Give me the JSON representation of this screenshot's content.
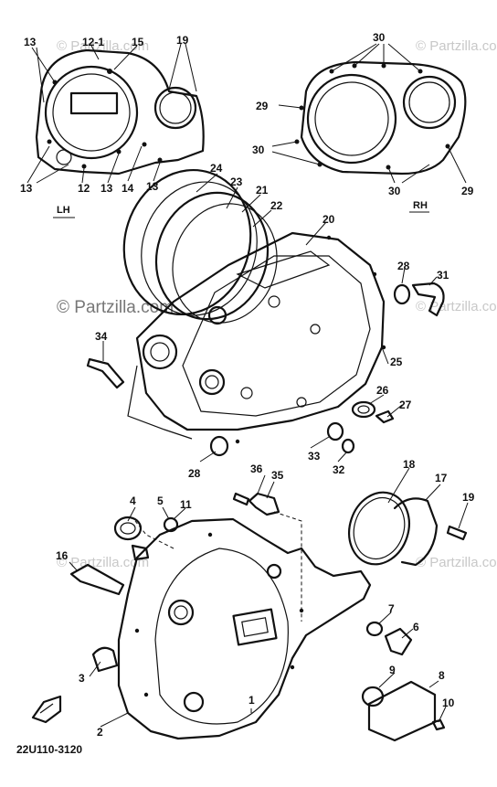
{
  "watermarks": {
    "main": "© Partzilla.com",
    "faint": "© Partzilla.com"
  },
  "diagram_code": "22U110-3120",
  "side_labels": {
    "left": "LH",
    "right": "RH"
  },
  "callouts": {
    "c1": "1",
    "c2": "2",
    "c3": "3",
    "c4": "4",
    "c5": "5",
    "c6": "6",
    "c7": "7",
    "c8": "8",
    "c9": "9",
    "c10": "10",
    "c11": "11",
    "c12": "12",
    "c12_1": "12-1",
    "c13a": "13",
    "c13b": "13",
    "c13c": "13",
    "c13d": "13",
    "c14": "14",
    "c15": "15",
    "c16": "16",
    "c17": "17",
    "c18": "18",
    "c19a": "19",
    "c19b": "19",
    "c20": "20",
    "c21": "21",
    "c22": "22",
    "c23": "23",
    "c24": "24",
    "c25": "25",
    "c26": "26",
    "c27": "27",
    "c28a": "28",
    "c28b": "28",
    "c29a": "29",
    "c29b": "29",
    "c30a": "30",
    "c30b": "30",
    "c30c": "30",
    "c31": "31",
    "c32": "32",
    "c33": "33",
    "c34": "34",
    "c35": "35",
    "c36": "36"
  }
}
